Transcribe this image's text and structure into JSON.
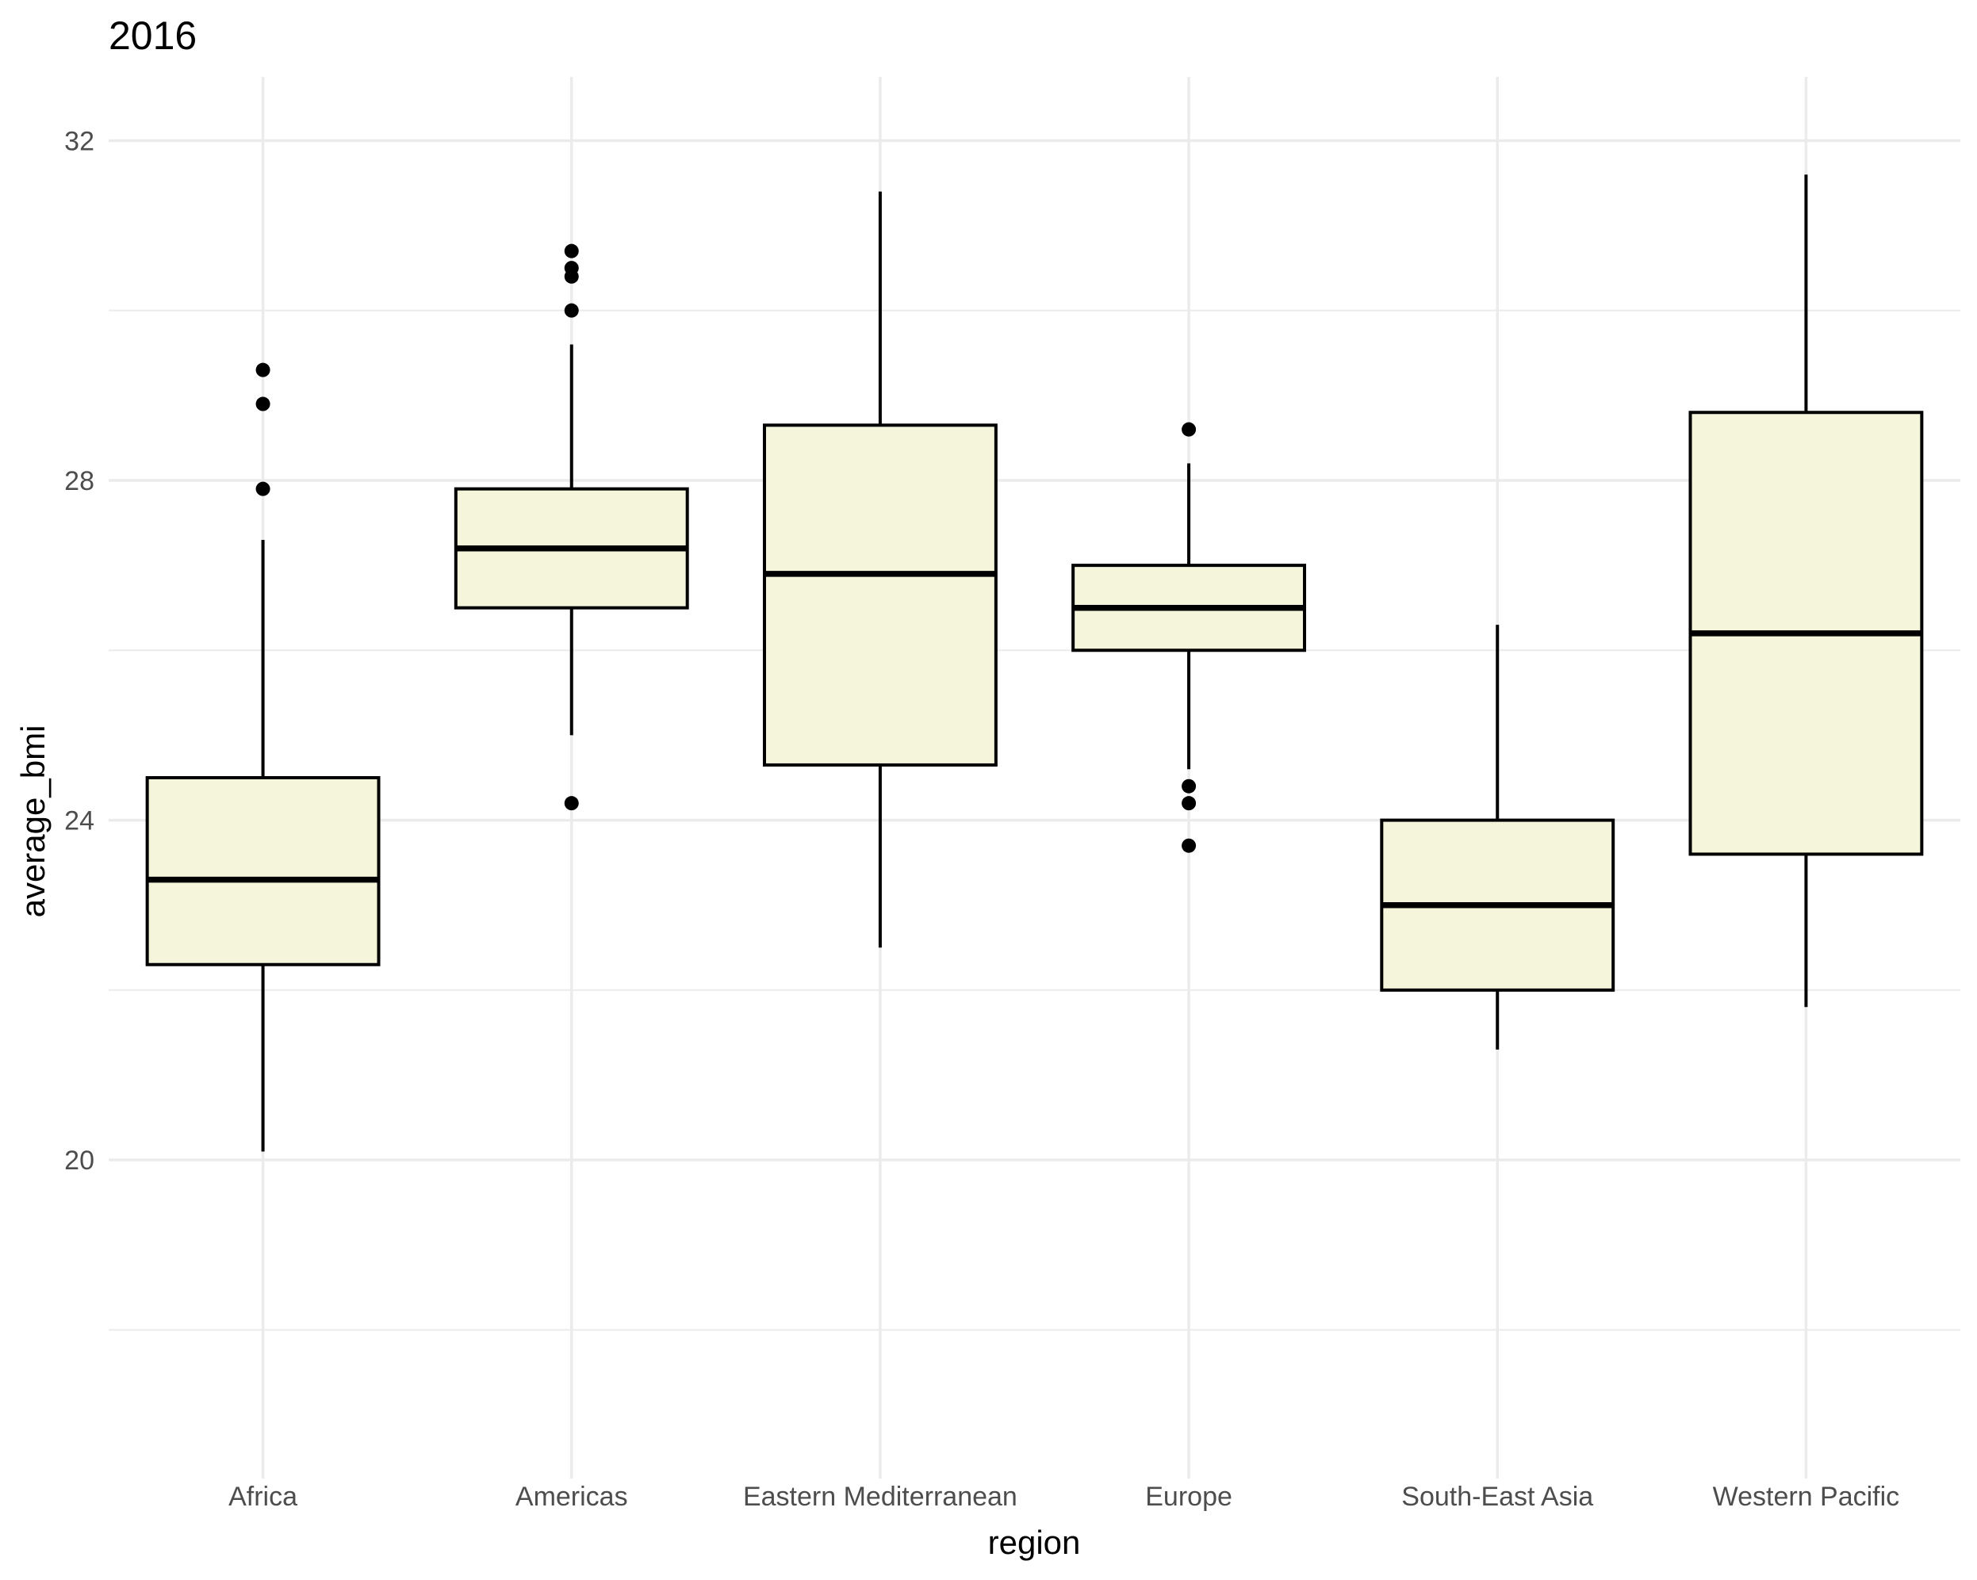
{
  "chart_data": {
    "type": "boxplot",
    "title": "2016",
    "xlabel": "region",
    "ylabel": "average_bmi",
    "ylim": [
      16.25,
      32.75
    ],
    "y_ticks": [
      20,
      24,
      28,
      32
    ],
    "y_tick_labels": [
      "20",
      "24",
      "28",
      "32"
    ],
    "grid": true,
    "legend": "none",
    "box_fill": "#f5f5dc",
    "categories": [
      "Africa",
      "Americas",
      "Eastern Mediterranean",
      "Europe",
      "South-East Asia",
      "Western Pacific"
    ],
    "boxes": [
      {
        "category": "Africa",
        "whisker_low": 20.1,
        "q1": 22.3,
        "median": 23.3,
        "q3": 24.5,
        "whisker_high": 27.3,
        "outliers": [
          27.9,
          28.9,
          29.3
        ]
      },
      {
        "category": "Americas",
        "whisker_low": 25.0,
        "q1": 26.5,
        "median": 27.2,
        "q3": 27.9,
        "whisker_high": 29.6,
        "outliers": [
          24.2,
          30.0,
          30.4,
          30.5,
          30.7
        ]
      },
      {
        "category": "Eastern Mediterranean",
        "whisker_low": 22.5,
        "q1": 24.65,
        "median": 26.9,
        "q3": 28.65,
        "whisker_high": 31.4,
        "outliers": []
      },
      {
        "category": "Europe",
        "whisker_low": 24.6,
        "q1": 26.0,
        "median": 26.5,
        "q3": 27.0,
        "whisker_high": 28.2,
        "outliers": [
          23.7,
          24.2,
          24.4,
          28.6
        ]
      },
      {
        "category": "South-East Asia",
        "whisker_low": 21.3,
        "q1": 22.0,
        "median": 23.0,
        "q3": 24.0,
        "whisker_high": 26.3,
        "outliers": []
      },
      {
        "category": "Western Pacific",
        "whisker_low": 21.8,
        "q1": 23.6,
        "median": 26.2,
        "q3": 28.8,
        "whisker_high": 31.6,
        "outliers": []
      }
    ]
  }
}
